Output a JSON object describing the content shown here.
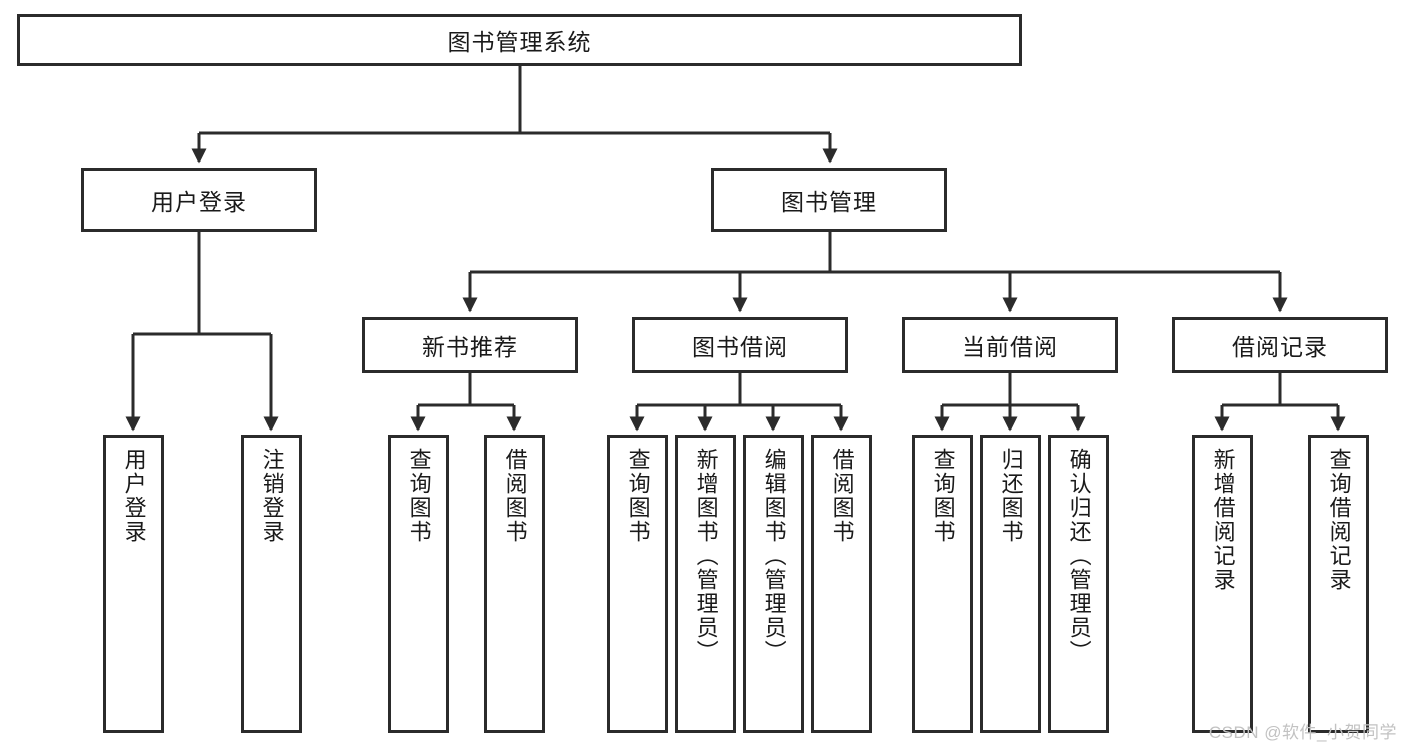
{
  "diagram": {
    "type": "tree-hierarchy-chart",
    "title": "图书管理系统",
    "orientation": "top-down",
    "levels": 4,
    "line_color": "#2b2b2b",
    "box_fill": "#ffffff",
    "text_color": "#1a1a1a"
  },
  "nodes": {
    "root": {
      "label": "图书管理系统",
      "level": 1
    },
    "level2": [
      {
        "id": "user-login",
        "label": "用户登录"
      },
      {
        "id": "book-management",
        "label": "图书管理"
      }
    ],
    "level3": [
      {
        "id": "new-book-recommend",
        "label": "新书推荐",
        "parent": "book-management"
      },
      {
        "id": "book-borrow",
        "label": "图书借阅",
        "parent": "book-management"
      },
      {
        "id": "current-borrow",
        "label": "当前借阅",
        "parent": "book-management"
      },
      {
        "id": "borrow-record",
        "label": "借阅记录",
        "parent": "book-management"
      }
    ],
    "leaves": {
      "user-login": [
        {
          "id": "leaf-user-login",
          "label": "用户登录"
        },
        {
          "id": "leaf-user-logout",
          "label": "注销登录"
        }
      ],
      "new-book-recommend": [
        {
          "id": "leaf-query-book-1",
          "label": "查询图书"
        },
        {
          "id": "leaf-borrow-book-1",
          "label": "借阅图书"
        }
      ],
      "book-borrow": [
        {
          "id": "leaf-query-book-2",
          "label": "查询图书"
        },
        {
          "id": "leaf-add-book",
          "label": "新增图书（管理员）"
        },
        {
          "id": "leaf-edit-book",
          "label": "编辑图书（管理员）"
        },
        {
          "id": "leaf-borrow-book-2",
          "label": "借阅图书"
        }
      ],
      "current-borrow": [
        {
          "id": "leaf-query-book-3",
          "label": "查询图书"
        },
        {
          "id": "leaf-return-book",
          "label": "归还图书"
        },
        {
          "id": "leaf-confirm-return",
          "label": "确认归还（管理员）"
        }
      ],
      "borrow-record": [
        {
          "id": "leaf-add-record",
          "label": "新增借阅记录"
        },
        {
          "id": "leaf-query-record",
          "label": "查询借阅记录"
        }
      ]
    }
  },
  "watermark": {
    "text": "CSDN @软件_小贺同学"
  }
}
